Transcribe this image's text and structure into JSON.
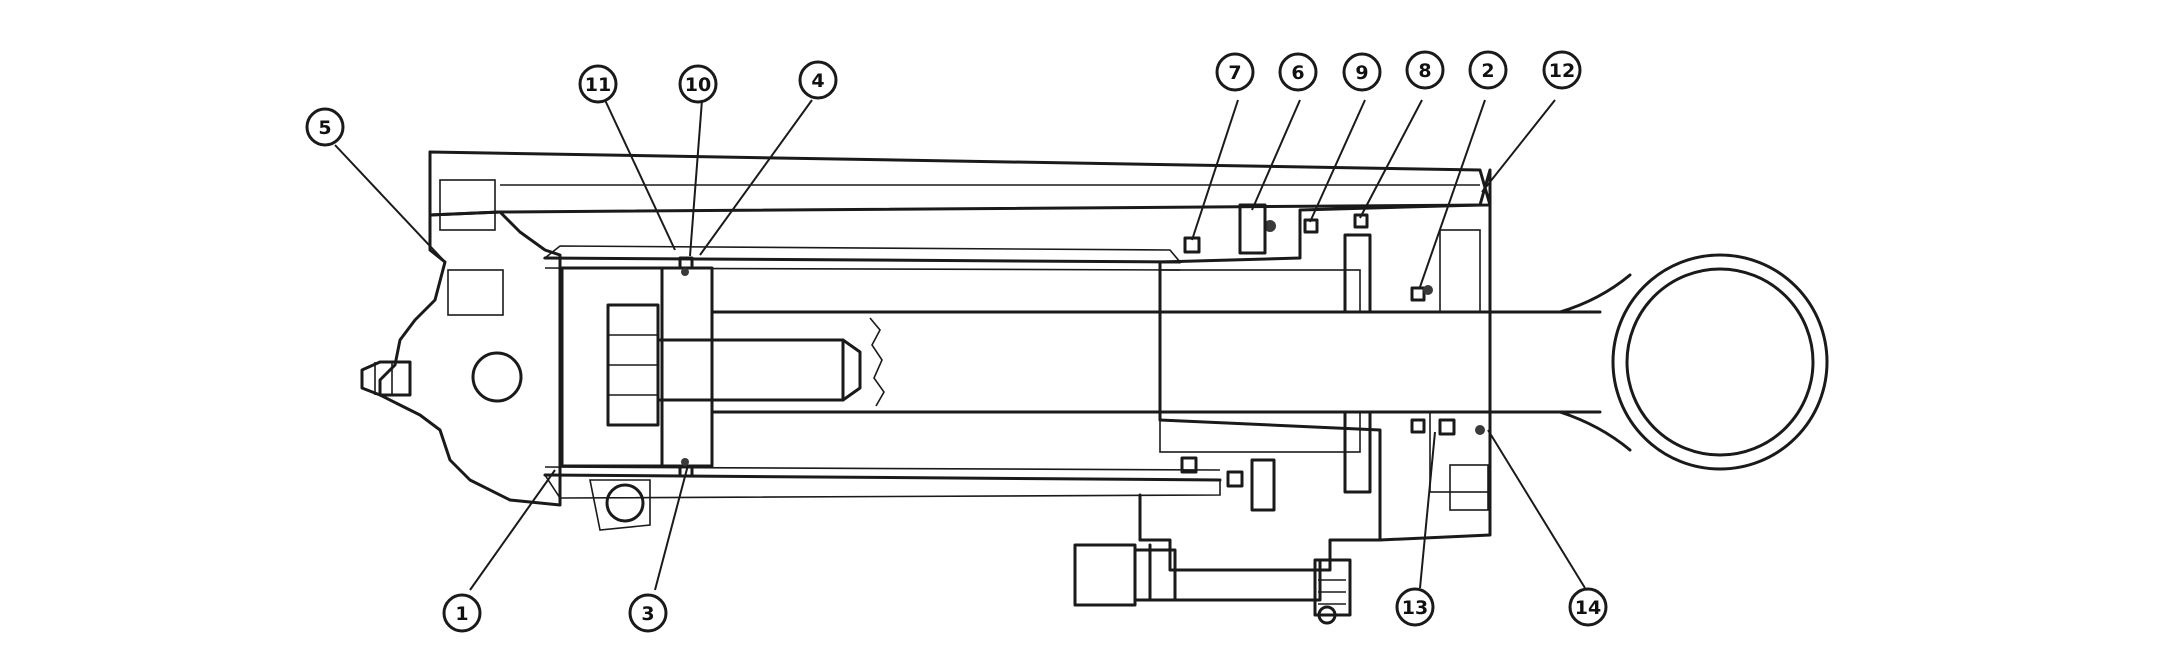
{
  "diagram": {
    "callouts": [
      {
        "id": "c5",
        "label": "5"
      },
      {
        "id": "c11",
        "label": "11"
      },
      {
        "id": "c10",
        "label": "10"
      },
      {
        "id": "c4",
        "label": "4"
      },
      {
        "id": "c7",
        "label": "7"
      },
      {
        "id": "c6",
        "label": "6"
      },
      {
        "id": "c9",
        "label": "9"
      },
      {
        "id": "c8",
        "label": "8"
      },
      {
        "id": "c2",
        "label": "2"
      },
      {
        "id": "c12",
        "label": "12"
      },
      {
        "id": "c1",
        "label": "1"
      },
      {
        "id": "c3",
        "label": "3"
      },
      {
        "id": "c13",
        "label": "13"
      },
      {
        "id": "c14",
        "label": "14"
      }
    ]
  }
}
